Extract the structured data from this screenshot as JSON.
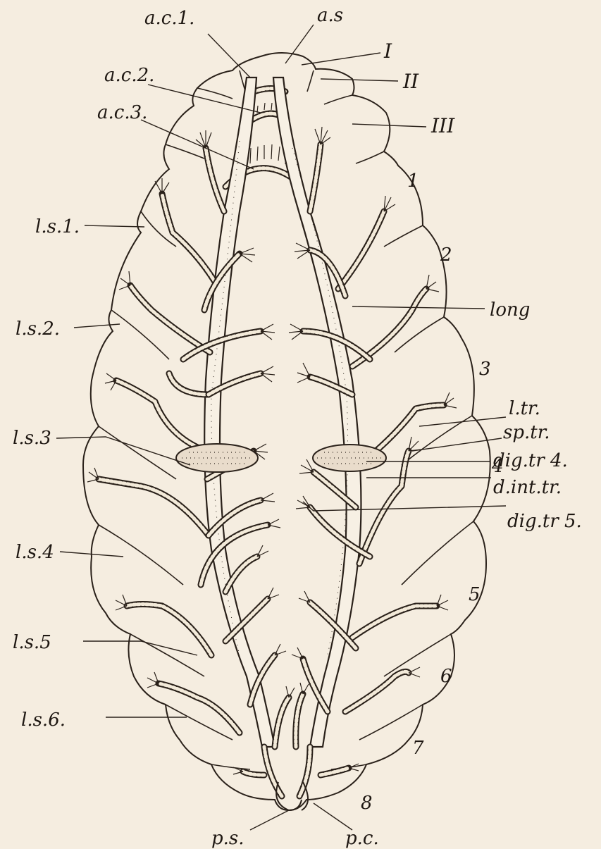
{
  "labels": {
    "ac1": "a.c.1.",
    "as": "a.s",
    "roman1": "I",
    "roman2": "II",
    "roman3": "III",
    "ac2": "a.c.2.",
    "ac3": "a.c.3.",
    "seg1": "1",
    "seg2": "2",
    "seg3": "3",
    "seg4": "4",
    "seg5": "5",
    "seg6": "6",
    "seg7": "7",
    "seg8": "8",
    "ls1": "l.s.1.",
    "ls2": "l.s.2.",
    "ls3": "l.s.3",
    "ls4": "l.s.4",
    "ls5": "l.s.5",
    "ls6": "l.s.6.",
    "long": "long",
    "ltr": "l.tr.",
    "sptr": "sp.tr.",
    "digtr4": "dig.tr 4.",
    "dinttr": "d.int.tr.",
    "digtr5": "dig.tr 5.",
    "ps": "p.s.",
    "pc": "p.c."
  }
}
